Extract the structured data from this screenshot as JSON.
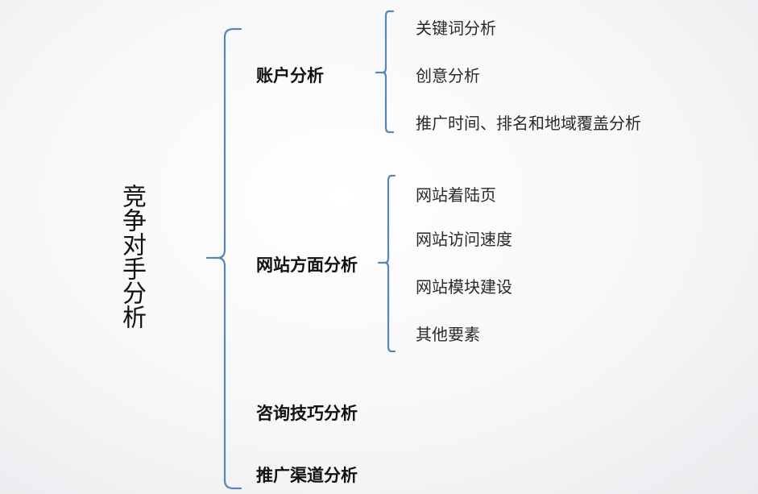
{
  "diagram": {
    "root": "竞争对手分析",
    "branches": [
      {
        "label": "账户分析",
        "children": [
          "关键词分析",
          "创意分析",
          "推广时间、排名和地域覆盖分析"
        ]
      },
      {
        "label": "网站方面分析",
        "children": [
          "网站着陆页",
          "网站访问速度",
          "网站模块建设",
          "其他要素"
        ]
      },
      {
        "label": "咨询技巧分析",
        "children": []
      },
      {
        "label": "推广渠道分析",
        "children": []
      }
    ],
    "bracket_color": "#5a86b6"
  }
}
